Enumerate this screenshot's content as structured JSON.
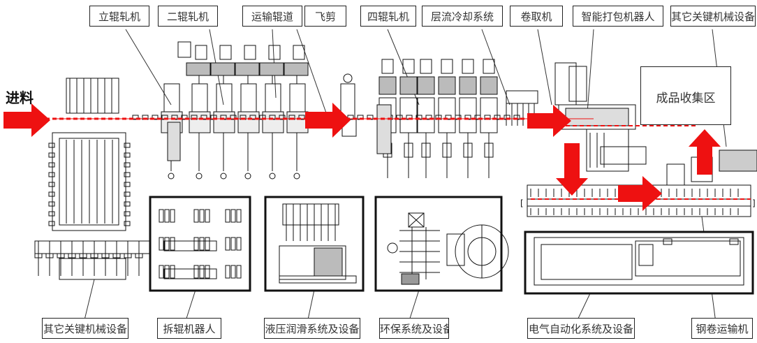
{
  "entry_label": "进料",
  "collection_area": "成品收集区",
  "top_labels": [
    {
      "key": "vertical_mill",
      "text": "立辊轧机"
    },
    {
      "key": "roll_mill_2",
      "text": "二辊轧机"
    },
    {
      "key": "conveyor_roller",
      "text": "运输辊道"
    },
    {
      "key": "flying_shear",
      "text": "飞剪"
    },
    {
      "key": "roll_mill_4",
      "text": "四辊轧机"
    },
    {
      "key": "laminar_cooling",
      "text": "层流冷却系统"
    },
    {
      "key": "coiler",
      "text": "卷取机"
    },
    {
      "key": "packing_robot",
      "text": "智能打包机器人"
    },
    {
      "key": "other_equipment_top",
      "text": "其它关键机械设备"
    }
  ],
  "bottom_labels": [
    {
      "key": "other_equipment_bottom",
      "text": "其它关键机械设备"
    },
    {
      "key": "roll_change_robot",
      "text": "拆辊机器人"
    },
    {
      "key": "hydraulic_lubrication",
      "text": "液压润滑系统及设备"
    },
    {
      "key": "environmental",
      "text": "环保系统及设备"
    },
    {
      "key": "electrical_automation",
      "text": "电气自动化系统及设备"
    },
    {
      "key": "coil_conveyor",
      "text": "钢卷运输机"
    }
  ],
  "colors": {
    "flow_arrow": "#ee1111",
    "flow_line": "#ee1111",
    "linework": "#222222",
    "label_text": "#333333"
  }
}
